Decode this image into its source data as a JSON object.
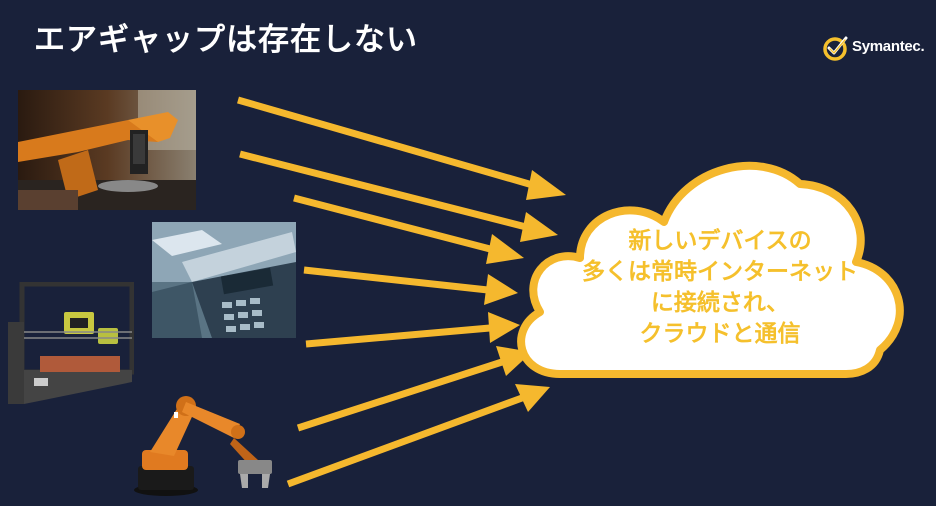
{
  "slide": {
    "title": "エアギャップは存在しない",
    "brand": "Symantec.",
    "cloud_lines": [
      "新しいデバイスの",
      "多くは常時インターネット",
      "に接続され、",
      "クラウドと通信"
    ]
  },
  "colors": {
    "background": "#19213a",
    "accent": "#f5b82e",
    "cloud_fill": "#ffffff",
    "title": "#ffffff"
  },
  "icons": {
    "logo": "checkmark-circle-icon"
  }
}
